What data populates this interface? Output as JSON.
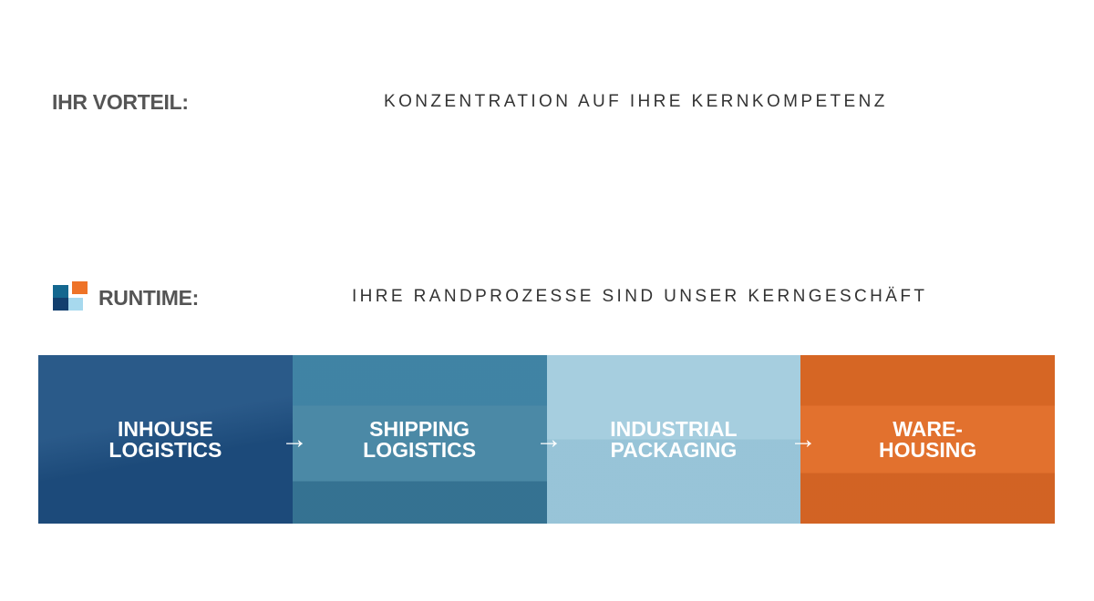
{
  "advantage": {
    "label": "IHR VORTEIL:",
    "text": "KONZENTRATION AUF IHRE KERNKOMPETENZ"
  },
  "runtime": {
    "label": "RUNTIME:",
    "text": "IHRE RANDPROZESSE SIND UNSER KERNGESCHÄFT"
  },
  "colors": {
    "logo_teal": "#14678f",
    "logo_navy": "#123f6e",
    "logo_orange": "#ee7328",
    "logo_light": "#a7d9ee"
  },
  "panels": [
    {
      "label": "INHOUSE\nLOGISTICS",
      "color": "#1f4f80"
    },
    {
      "label": "SHIPPING\nLOGISTICS",
      "color": "#3a7d9e"
    },
    {
      "label": "INDUSTRIAL\nPACKAGING",
      "color": "#9cc9dc"
    },
    {
      "label": "WARE-\nHOUSING",
      "color": "#e06c28"
    }
  ],
  "arrow": "→"
}
